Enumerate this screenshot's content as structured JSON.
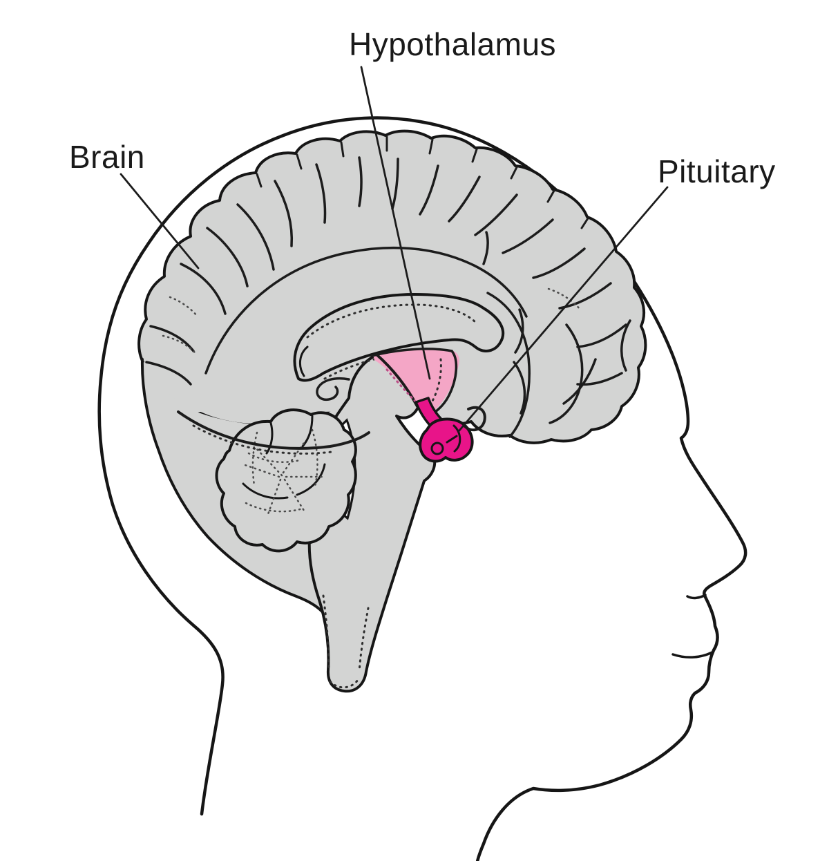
{
  "figure": {
    "type": "anatomical-diagram",
    "description": "Sagittal view of a human head profile showing the brain with the hypothalamus and pituitary gland highlighted"
  },
  "labels": {
    "brain": "Brain",
    "hypothalamus": "Hypothalamus",
    "pituitary": "Pituitary"
  },
  "colors": {
    "background": "#ffffff",
    "outline": "#161616",
    "brain_fill": "#d3d4d3",
    "hypothalamus_fill": "#f4a6c6",
    "pituitary_fill": "#e81489"
  }
}
